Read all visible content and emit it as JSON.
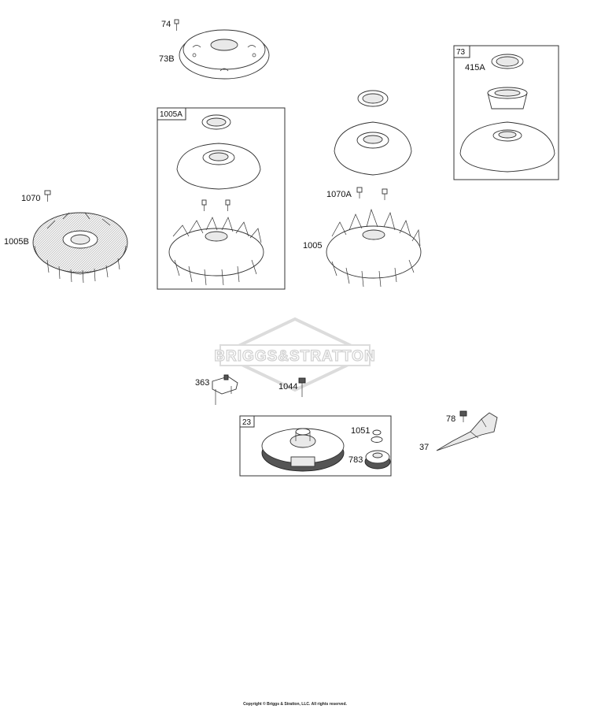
{
  "callouts": {
    "p74": "74",
    "p73B": "73B",
    "p73": "73",
    "p415A": "415A",
    "p1005A": "1005A",
    "p1070": "1070",
    "p1005B": "1005B",
    "p1070A": "1070A",
    "p1005": "1005",
    "p363": "363",
    "p1044": "1044",
    "p23": "23",
    "p1051": "1051",
    "p783": "783",
    "p78": "78",
    "p37": "37"
  },
  "watermark": {
    "text": "BRIGGS&STRATTON"
  },
  "copyright": "Copyright © Briggs & Stratton, LLC. All rights reserved.",
  "colors": {
    "line": "#333333",
    "fill": "#e9e9e9",
    "watermark": "#d0d0d0"
  }
}
